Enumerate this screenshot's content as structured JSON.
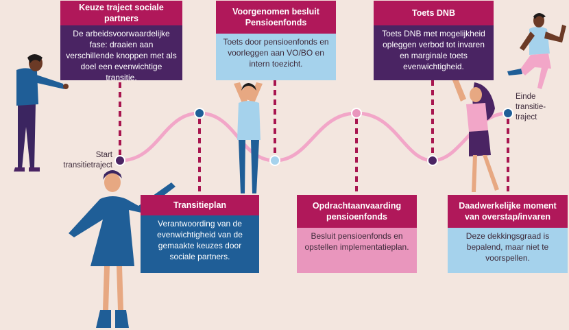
{
  "colors": {
    "background": "#f3e6df",
    "header": "#b0185a",
    "dark_purple": "#4a2463",
    "light_blue": "#a5d2ec",
    "dark_blue": "#1f5e97",
    "pink": "#e996bd",
    "wave": "#f2a6c8",
    "dashed_line": "#a8154f"
  },
  "steps": [
    {
      "title": "Keuze traject sociale partners",
      "text": "De arbeidsvoorwaardelijke fase: draaien aan verschillende knoppen met als doel een evenwichtige transitie."
    },
    {
      "title": "Voorgenomen besluit Pensioenfonds",
      "text": "Toets door pensioenfonds en voorleggen aan VO/BO en intern toezicht."
    },
    {
      "title": "Toets DNB",
      "text": "Toets DNB met mogelijkheid opleggen verbod tot invaren en marginale toets evenwichtigheid."
    },
    {
      "title": "Transitieplan",
      "text": "Verantwoording van de evenwichtigheid van de gemaakte keuzes door sociale partners."
    },
    {
      "title": "Opdrachtaanvaarding pensioenfonds",
      "text": "Besluit pensioenfonds en opstellen implementatieplan."
    },
    {
      "title": "Daadwerkelijke moment van overstap/invaren",
      "text": "Deze dekkingsgraad is bepalend, maar niet te voorspellen."
    }
  ],
  "start_label": {
    "line1": "Start",
    "line2": "transitietraject"
  },
  "end_label": {
    "line1": "Einde",
    "line2": "transitie-",
    "line3": "traject"
  }
}
